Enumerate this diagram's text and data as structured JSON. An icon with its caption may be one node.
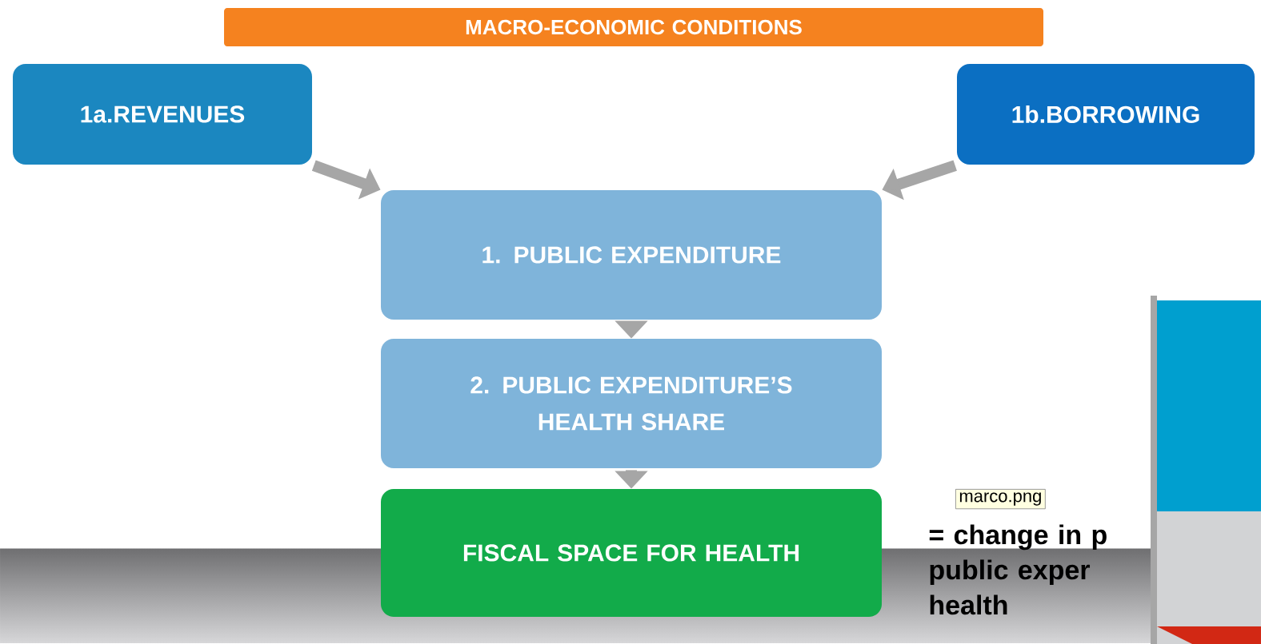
{
  "diagram": {
    "nodes": [
      {
        "text": [
          "MACRO-ECONOMIC CONDITIONS"
        ]
      },
      {
        "text": [
          "1a.REVENUES"
        ]
      },
      {
        "text": [
          "1b.BORROWING"
        ]
      },
      {
        "text": [
          "1. PUBLIC EXPENDITURE"
        ]
      },
      {
        "text": [
          "2. PUBLIC EXPENDITURE’S HEALTH SHARE"
        ]
      },
      {
        "text": [
          "FISCAL SPACE FOR HEALTH"
        ]
      }
    ],
    "edges": [
      {
        "from": 1,
        "to": 3,
        "arrow": "to"
      },
      {
        "from": 2,
        "to": 3,
        "arrow": "to"
      },
      {
        "from": 3,
        "to": 4,
        "arrow": "to"
      },
      {
        "from": 4,
        "to": 5,
        "arrow": "to"
      }
    ],
    "labels": [
      "marco.png",
      "= change in p public exper health"
    ]
  }
}
